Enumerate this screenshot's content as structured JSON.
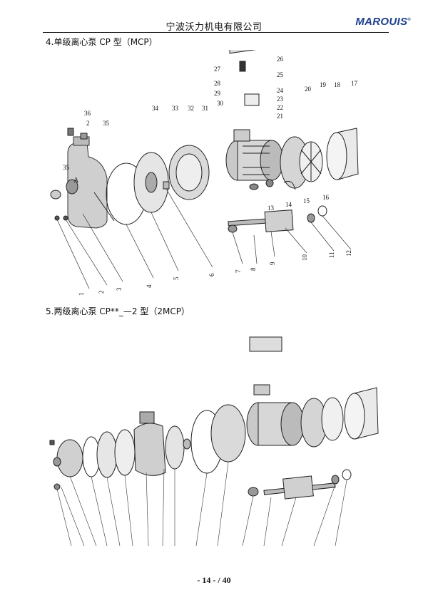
{
  "header": {
    "company": "宁波沃力机电有限公司",
    "logo": "MAROUIS",
    "logo_mark": "®"
  },
  "section4": {
    "title": "4.单级离心泵   CP 型（MCP）",
    "callouts": [
      "36",
      "2",
      "35",
      "35",
      "34",
      "33",
      "32",
      "31",
      "30",
      "29",
      "28",
      "27",
      "26",
      "25",
      "24",
      "23",
      "22",
      "21",
      "20",
      "19",
      "18",
      "17",
      "16",
      "15",
      "14",
      "13",
      "12",
      "11",
      "10",
      "9",
      "8",
      "7",
      "6",
      "5",
      "4",
      "3",
      "2",
      "1"
    ]
  },
  "section5": {
    "title": "5.两级离心泵   CP**_—2 型（2MCP）"
  },
  "footer": {
    "page": "- 14 - / 40"
  }
}
